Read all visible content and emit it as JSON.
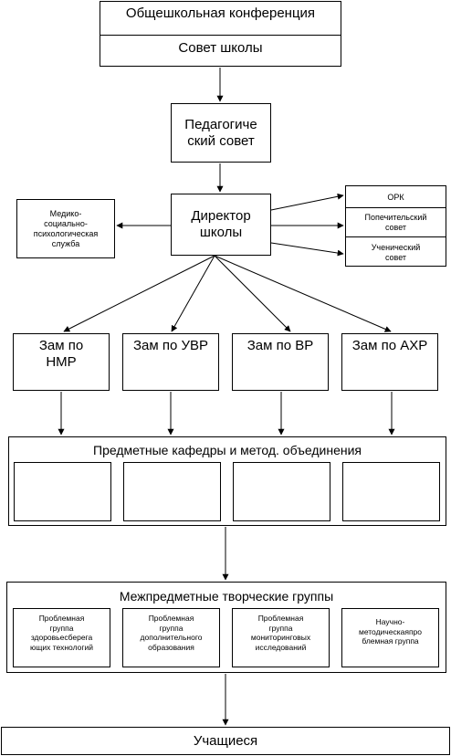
{
  "conference": "Общешкольная конференция",
  "council": "Совет школы",
  "ped_council": [
    "Педагогиче",
    "ский совет"
  ],
  "director": [
    "Директор",
    "школы"
  ],
  "medical_service": [
    "Медико-",
    "социально-",
    "психологическая",
    "служба"
  ],
  "right_bodies": {
    "ork": "ОРК",
    "trustees": [
      "Попечительский",
      "совет"
    ],
    "students_council": [
      "Ученический",
      "совет"
    ]
  },
  "deputies": [
    [
      "Зам по",
      "НМР"
    ],
    [
      "Зам по УВР"
    ],
    [
      "Зам по ВР"
    ],
    [
      "Зам по АХР"
    ]
  ],
  "departments": {
    "title": "Предметные кафедры и метод. объединения"
  },
  "creative_groups": {
    "title": "Межпредметные творческие группы",
    "items": [
      [
        "Проблемная",
        "группа",
        "здоровьесберега",
        "ющих технологий"
      ],
      [
        "Проблемная",
        "группа",
        "дополнительного",
        "образования"
      ],
      [
        "Проблемная",
        "группа",
        "мониторинговых",
        "исследований"
      ],
      [
        "Научно-",
        "методическаяпро",
        "блемная группа"
      ]
    ]
  },
  "students": "Учащиеся"
}
